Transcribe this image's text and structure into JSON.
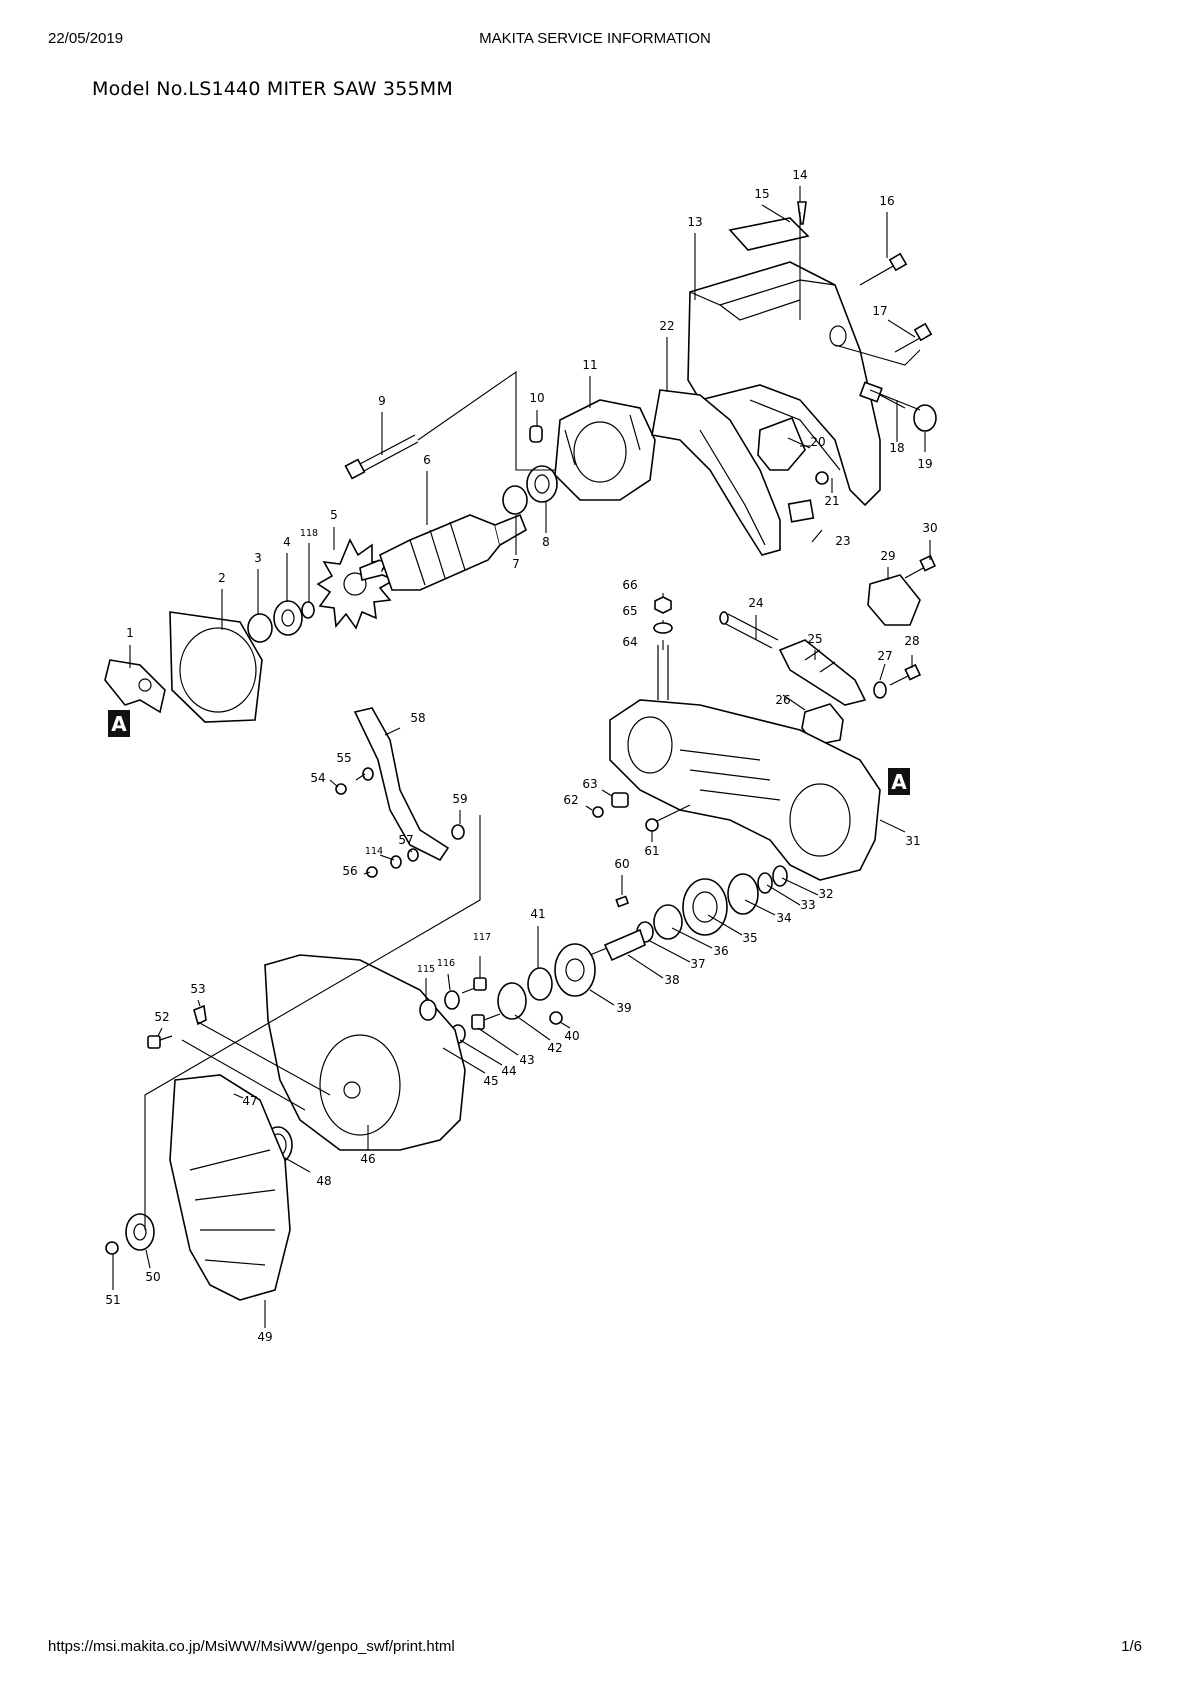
{
  "header": {
    "date": "22/05/2019",
    "title": "MAKITA SERVICE INFORMATION"
  },
  "model_title": "Model No.LS1440 MITER SAW 355MM",
  "footer": {
    "url": "https://msi.makita.co.jp/MsiWW/MsiWW/genpo_swf/print.html",
    "page": "1/6"
  },
  "reference_marks": [
    "A",
    "A"
  ],
  "part_numbers": [
    "1",
    "2",
    "3",
    "4",
    "118",
    "5",
    "6",
    "7",
    "8",
    "9",
    "10",
    "11",
    "13",
    "14",
    "15",
    "16",
    "17",
    "18",
    "19",
    "20",
    "21",
    "22",
    "23",
    "24",
    "25",
    "26",
    "27",
    "28",
    "29",
    "30",
    "31",
    "32",
    "33",
    "34",
    "35",
    "36",
    "37",
    "38",
    "39",
    "40",
    "41",
    "42",
    "43",
    "44",
    "45",
    "46",
    "47",
    "48",
    "49",
    "50",
    "51",
    "52",
    "53",
    "54",
    "55",
    "56",
    "57",
    "114",
    "58",
    "59",
    "60",
    "61",
    "62",
    "63",
    "64",
    "65",
    "66",
    "115",
    "116",
    "117"
  ]
}
